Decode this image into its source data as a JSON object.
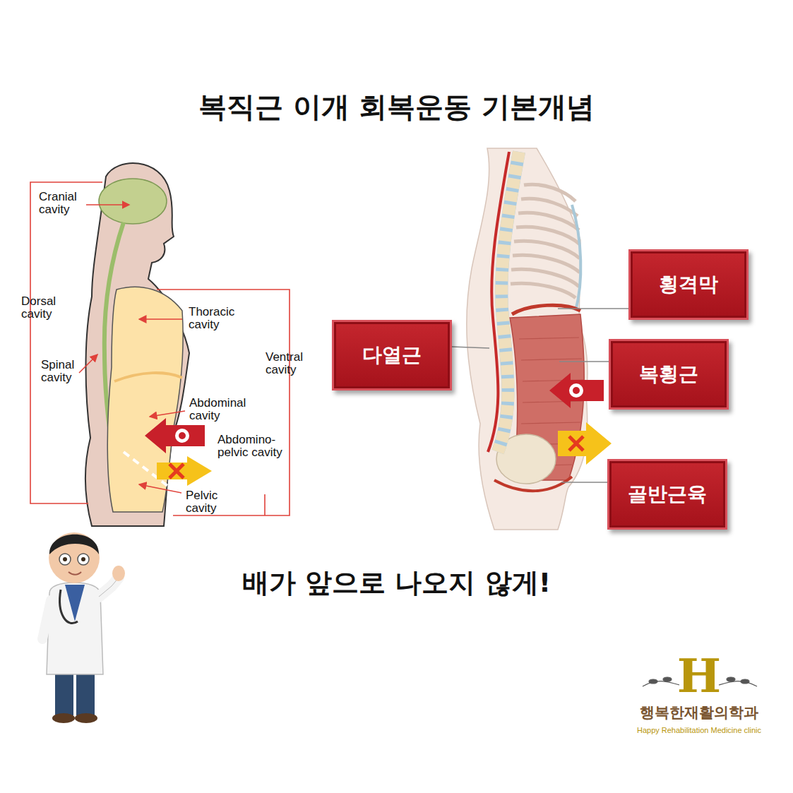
{
  "diagram": {
    "title": "복직근 이개 회복운동 기본개념",
    "caption": "배가 앞으로 나오지 않게!",
    "nodes": [
      {
        "text": [
          "횡격막"
        ]
      },
      {
        "text": [
          "다열근"
        ]
      },
      {
        "text": [
          "복횡근"
        ]
      },
      {
        "text": [
          "골반근육"
        ]
      }
    ],
    "labels": [
      "Cranial cavity",
      "Dorsal cavity",
      "Thoracic cavity",
      "Spinal cavity",
      "Ventral cavity",
      "Abdominal cavity",
      "Abdomino- pelvic cavity",
      "Pelvic cavity",
      "H",
      "행복한재활의학과",
      "Happy Rehabilitation Medicine clinic"
    ]
  }
}
